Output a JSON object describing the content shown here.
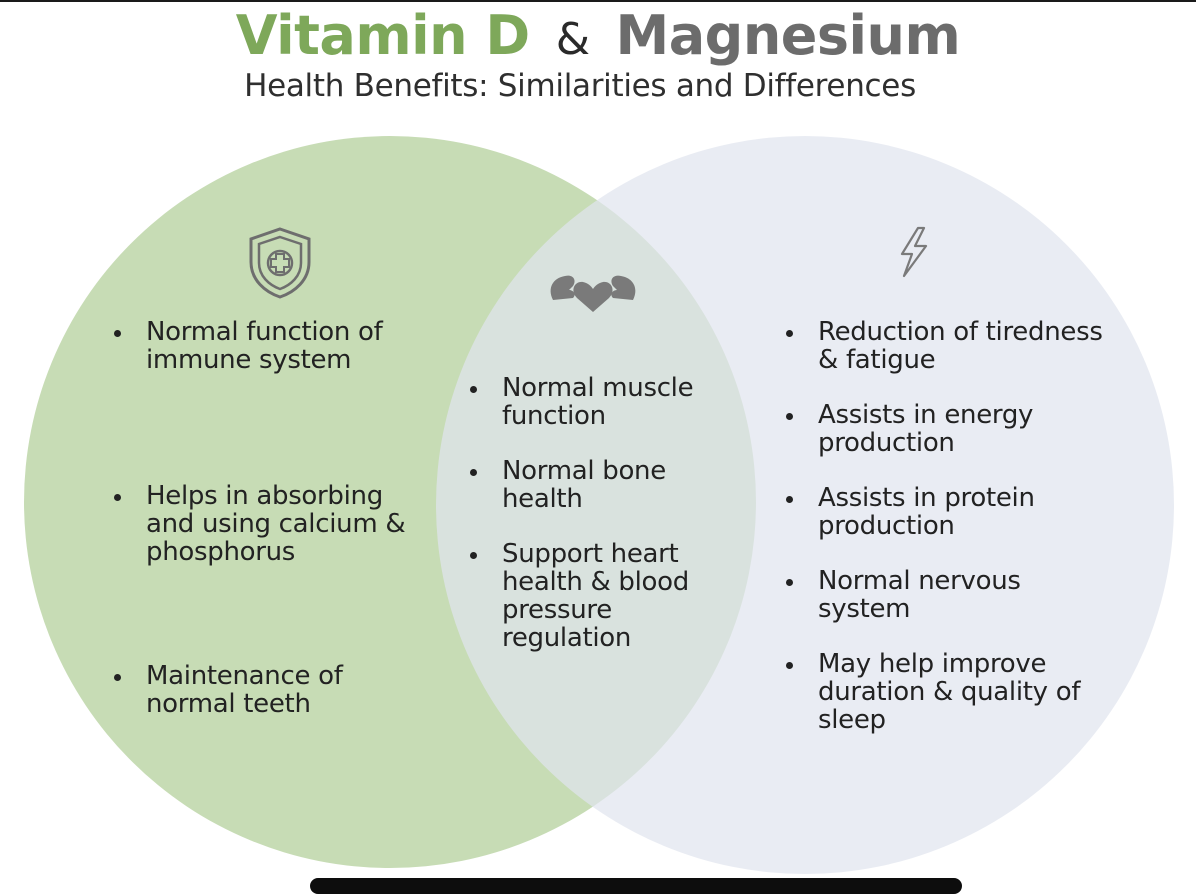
{
  "header": {
    "title_left": "Vitamin D",
    "title_amp": "&",
    "title_right": "Magnesium",
    "subtitle": "Health Benefits: Similarities and Differences"
  },
  "colors": {
    "vitamin_d": "#7ea85a",
    "magnesium": "#6c6c6c",
    "left_circle": "#c7dcb5",
    "right_circle": "#e1e5ee"
  },
  "vitamin_d_only": {
    "icon": "shield-cross-icon",
    "items": [
      "Normal function of immune system",
      "Helps in absorbing and using calcium & phosphorus",
      "Maintenance of normal teeth"
    ]
  },
  "shared": {
    "icon": "heart-muscle-icon",
    "items": [
      "Normal muscle function",
      "Normal bone health",
      "Support heart health & blood pressure regulation"
    ]
  },
  "magnesium_only": {
    "icon": "lightning-bolt-icon",
    "items": [
      "Reduction of tiredness & fatigue",
      "Assists in energy production",
      "Assists in protein production",
      "Normal nervous system",
      "May help improve duration & quality of sleep"
    ]
  }
}
